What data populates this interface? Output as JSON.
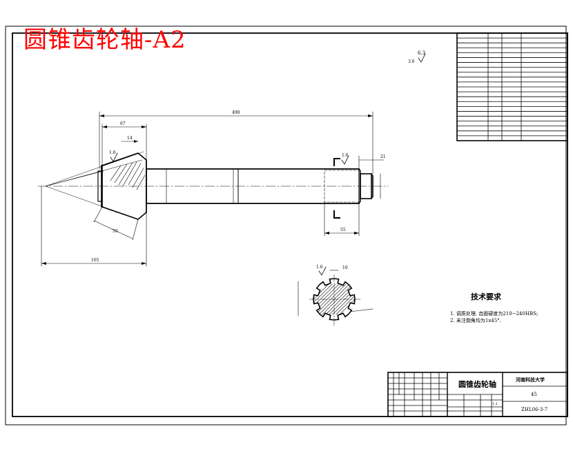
{
  "title_overlay": {
    "text": "圆锥齿轮轴-A2",
    "color": "#ff0000"
  },
  "colors": {
    "line": "#000000",
    "background": "#ffffff"
  },
  "dimensions": {
    "overall_length": "490",
    "cone_length": "67",
    "face_width": "14",
    "small_step": "21",
    "keyway_length": "55",
    "left_overall": "165",
    "cone_side": "50",
    "spline_key_width": "10"
  },
  "roughness": {
    "top_corner": "6.3",
    "top_prefix": "3.6",
    "cone_face": "1.6",
    "shaft_end": "1.6",
    "spline_section": "1.6"
  },
  "technical_requirements": {
    "title": "技术要求",
    "items": [
      "1.  调质处理, 齿面硬度为210~240HBS;",
      "2.  未注倒角均为1x45°."
    ]
  },
  "title_block": {
    "part_name": "圆锥齿轮轴",
    "school": "河南科技大学",
    "material": "45",
    "drawing_no": "ZHL06-3-7",
    "scale": "1:1"
  }
}
